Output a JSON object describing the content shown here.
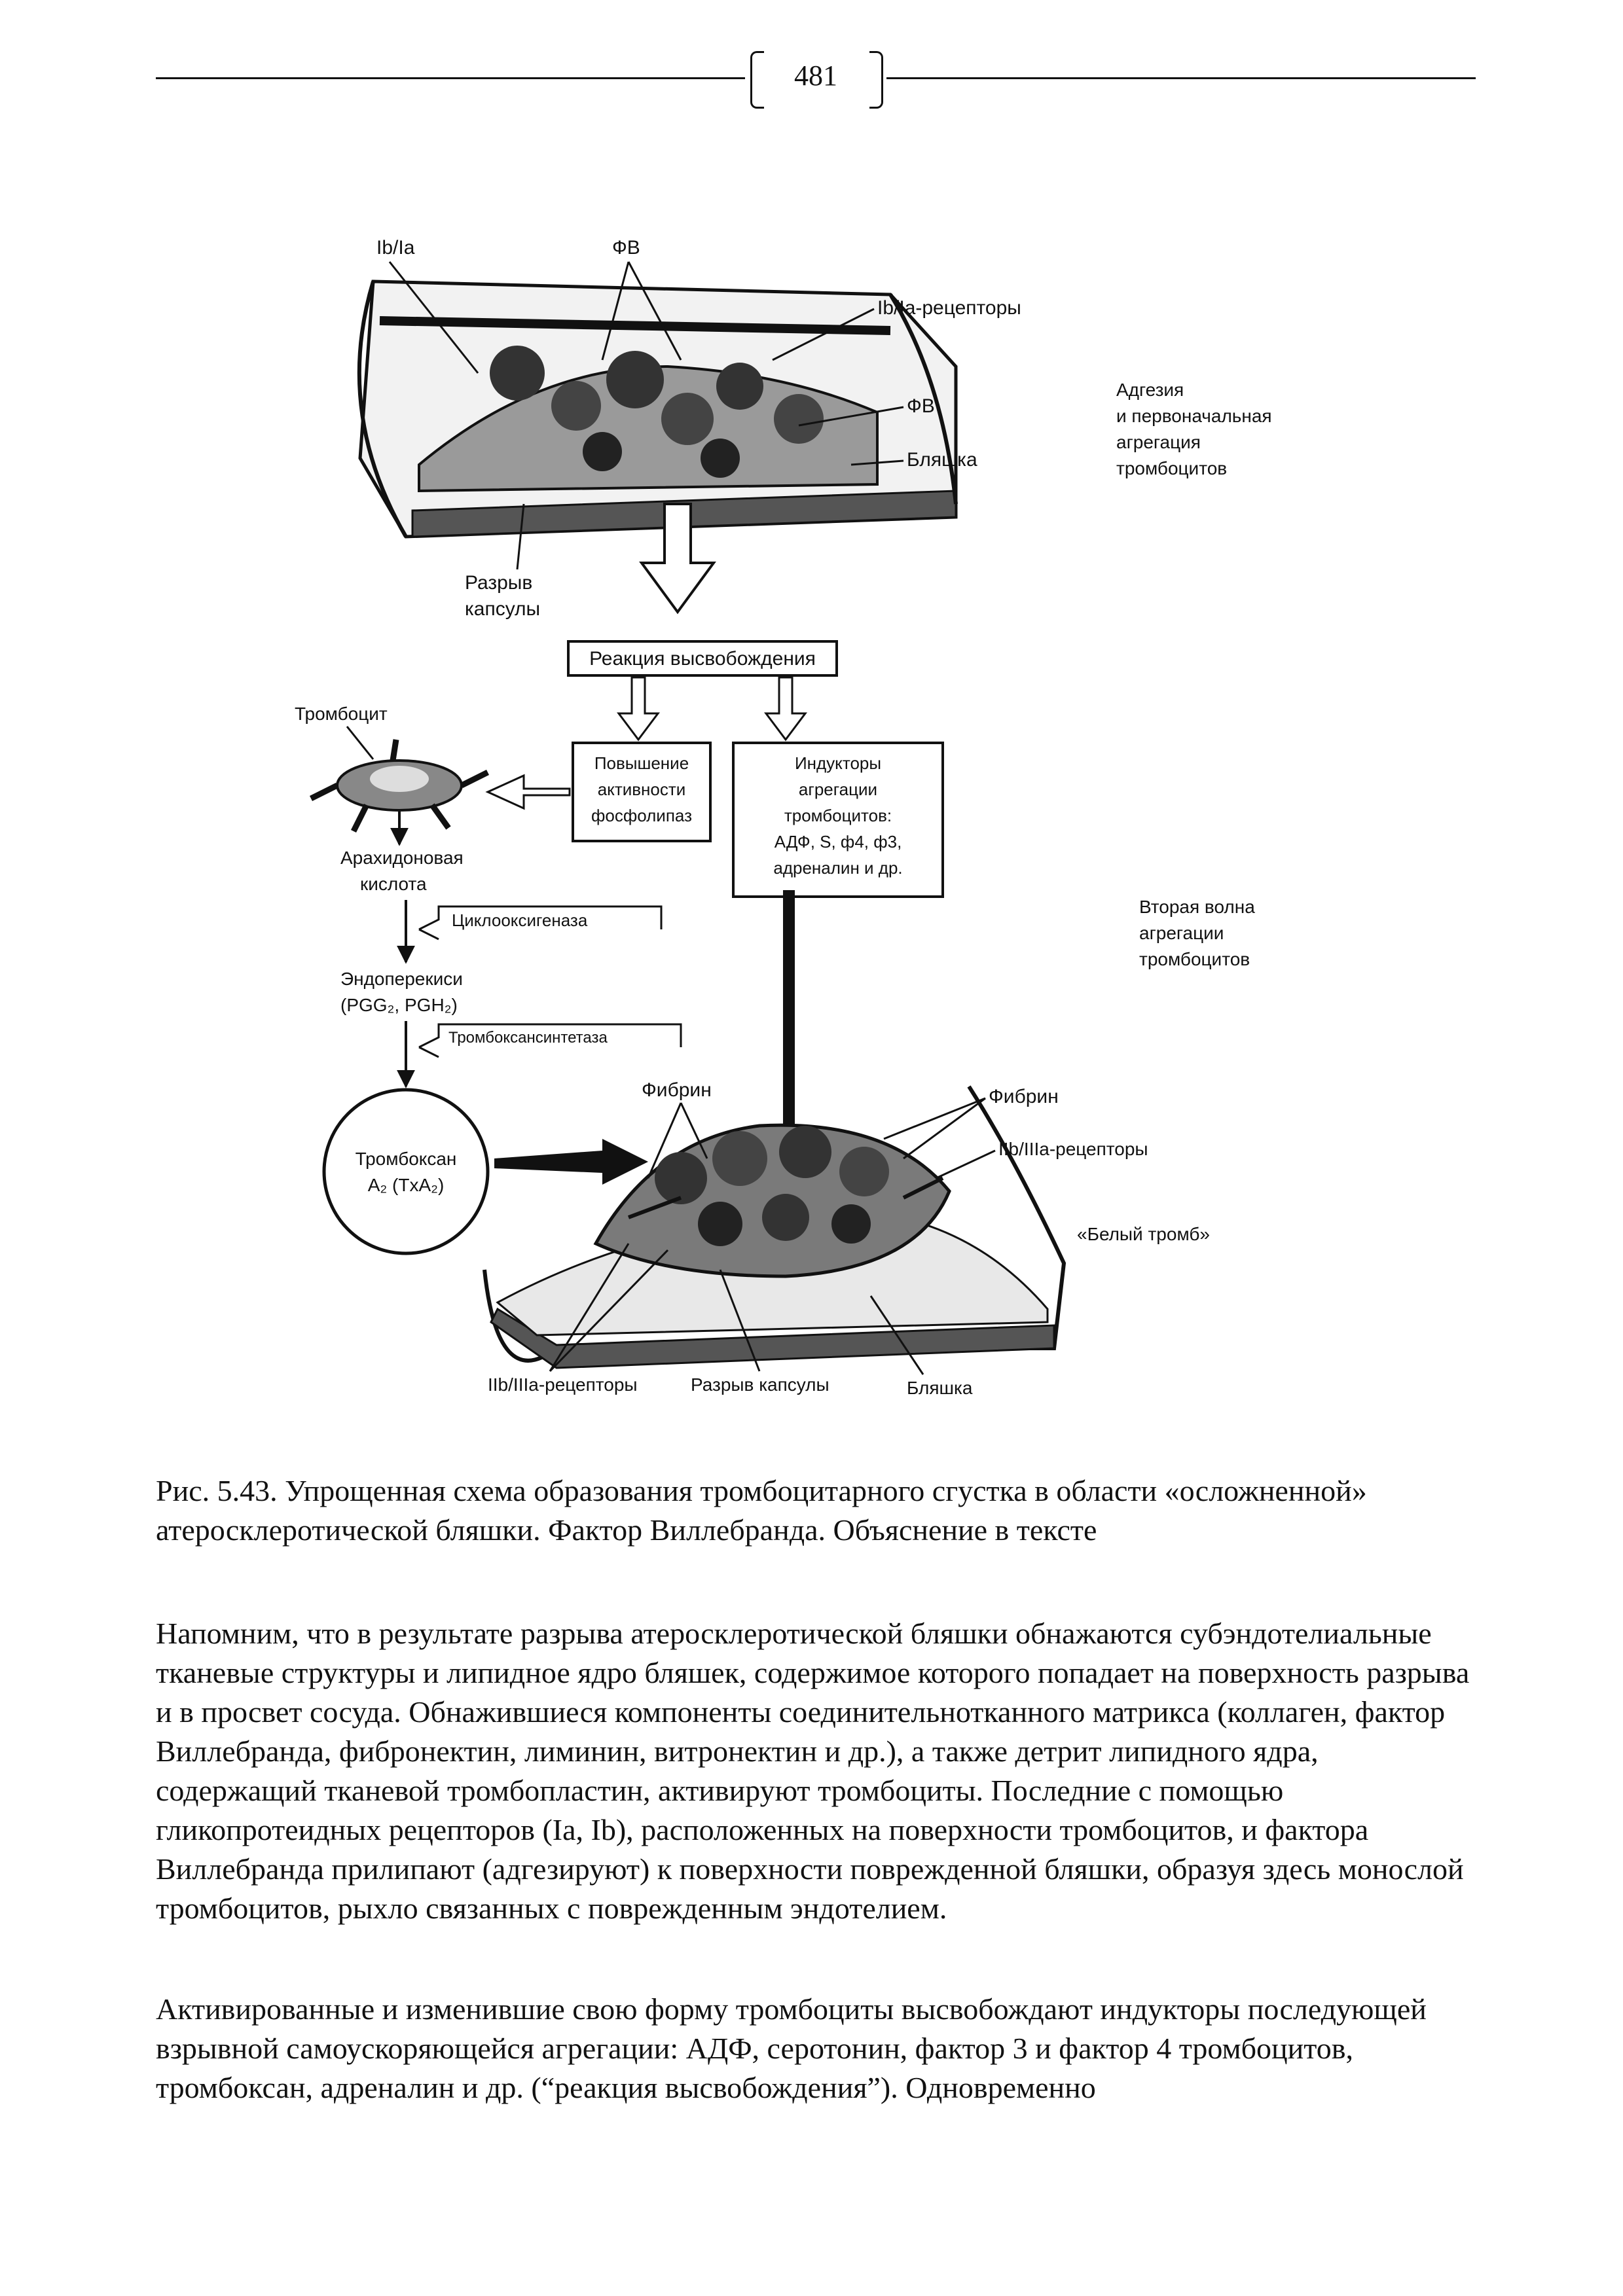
{
  "header": {
    "page_number": "481"
  },
  "figure": {
    "labels": {
      "ib_ia": "Ib/Ia",
      "fv_top": "ФВ",
      "ib_ia_receptors": "Ib/Ia-рецепторы",
      "fv_right": "ФВ",
      "plaque_top": "Бляшка",
      "adhesion_1": "Адгезия",
      "adhesion_2": "и первоначальная",
      "adhesion_3": "агрегация",
      "adhesion_4": "тромбоцитов",
      "capsule_rupture_1": "Разрыв",
      "capsule_rupture_2": "капсулы",
      "release_reaction": "Реакция высвобождения",
      "platelet": "Тромбоцит",
      "phospholipase_1": "Повышение",
      "phospholipase_2": "активности",
      "phospholipase_3": "фосфолипаз",
      "inducers_1": "Индукторы",
      "inducers_2": "агрегации",
      "inducers_3": "тромбоцитов:",
      "inducers_4": "АДФ, S, ф4, ф3,",
      "inducers_5": "адреналин и др.",
      "arachidonic_1": "Арахидоновая",
      "arachidonic_2": "кислота",
      "cyclooxygenase": "Циклооксигеназа",
      "endoperoxides_1": "Эндоперекиси",
      "endoperoxides_2": "(PGG₂, PGH₂)",
      "thromboxane_synthase": "Тромбоксансинтетаза",
      "thromboxane_1": "Тромбоксан",
      "thromboxane_2": "A₂ (TxA₂)",
      "second_wave_1": "Вторая волна",
      "second_wave_2": "агрегации",
      "second_wave_3": "тромбоцитов",
      "fibrin_left": "Фибрин",
      "fibrin_right": "Фибрин",
      "iib_iiia_right": "IIb/IIIa-рецепторы",
      "white_thrombus": "«Белый тромб»",
      "iib_iiia_bottom": "IIb/IIIa-рецепторы",
      "capsule_rupture_bottom": "Разрыв капсулы",
      "plaque_bottom": "Бляшка"
    }
  },
  "caption": "Рис. 5.43. Упрощенная схема образования тромбоцитарного сгустка в области «осложненной» атеросклеротической бляшки. Фактор Виллебранда. Объяснение в тексте",
  "paragraphs": [
    "Напомним, что в результате разрыва атеросклеротической бляшки обнажаются субэндотелиальные тканевые структуры и липидное ядро бляшек, содержимое которого попадает на поверхность разрыва и в просвет сосуда. Обнажившиеся компоненты соединительнотканного матрикса (коллаген, фактор Виллебранда, фибронектин, лиминин, витронектин и др.), а также детрит липидного ядра, содержащий тканевой тромбопластин, активируют тромбоциты. Последние с помощью гликопротеидных рецепторов (Ia, Ib), расположенных на поверхности тромбоцитов, и фактора Виллебранда прилипают (адгезируют) к поверхности поврежденной бляшки, образуя здесь монослой тромбоцитов, рыхло связанных с поврежденным эндотелием.",
    "Активированные и изменившие свою форму тромбоциты высвобождают индукторы последующей взрывной самоускоряющейся агрегации: АДФ, серотонин, фактор 3 и фактор 4 тромбоцитов, тромбоксан, адреналин и др. (“реакция высвобождения”). Одновременно"
  ]
}
